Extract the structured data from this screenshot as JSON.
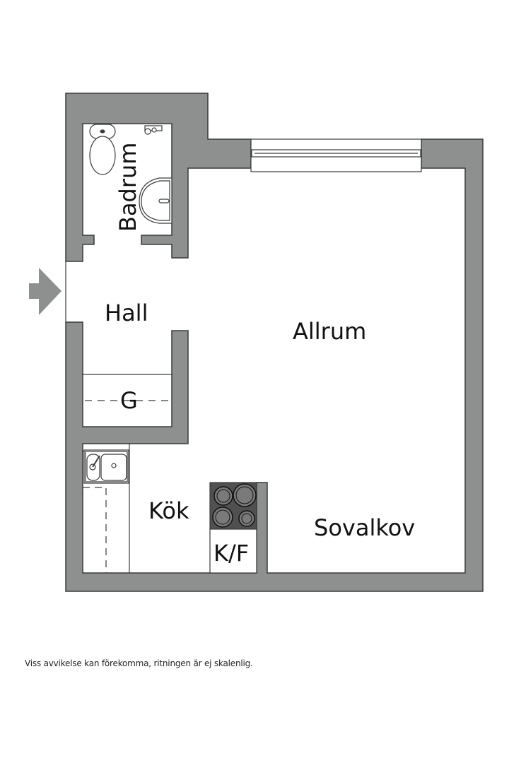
{
  "colors": {
    "wall": "#8e9090",
    "wall_stroke": "#3a3a3a",
    "stove": "#505050",
    "burner": "#7a7a7a",
    "background": "#ffffff",
    "text": "#111111"
  },
  "rooms": {
    "badrum": "Badrum",
    "hall": "Hall",
    "allrum": "Allrum",
    "garderob": "G",
    "kok": "Kök",
    "kyl_frys": "K/F",
    "sovalkov": "Sovalkov"
  },
  "icons": {
    "entrance": "entrance-arrow-icon",
    "toilet": "toilet-icon",
    "sink": "washbasin-icon",
    "shower_mixer": "faucet-icon",
    "kitchen_sink": "kitchen-sink-icon",
    "stove": "stove-icon",
    "window": "window-icon"
  },
  "footer": {
    "disclaimer": "Viss avvikelse kan förekomma, ritningen är ej skalenlig."
  }
}
